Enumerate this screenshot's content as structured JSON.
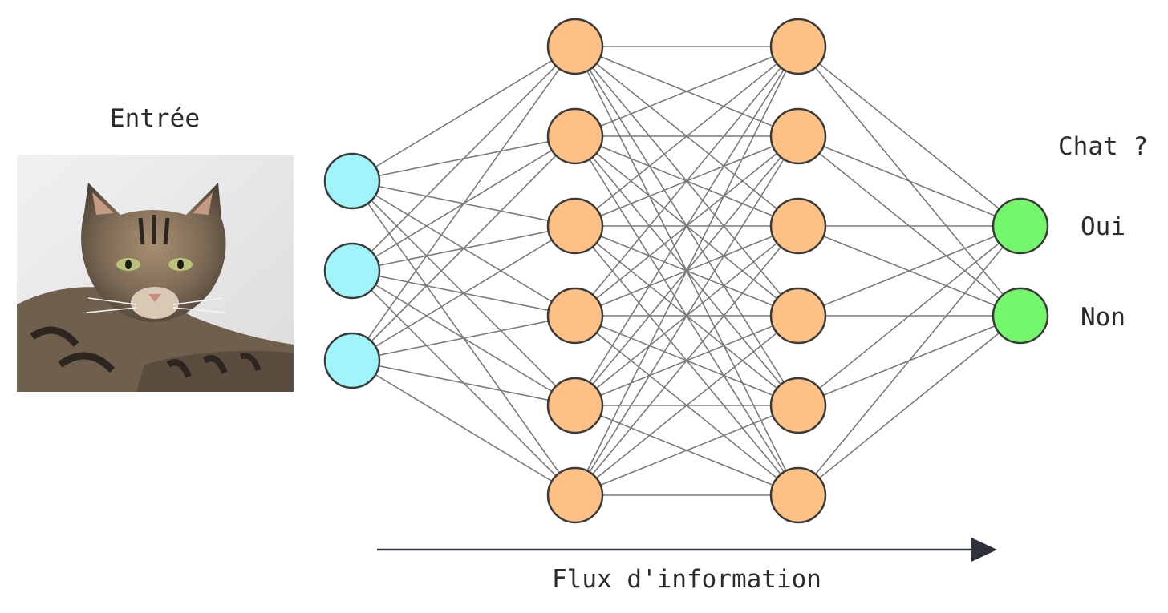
{
  "input": {
    "title": "Entrée",
    "image": "cat-photo"
  },
  "network": {
    "layers": [
      {
        "name": "input",
        "neurons": 3,
        "color": "#9ff5fb"
      },
      {
        "name": "hidden-1",
        "neurons": 6,
        "color": "#ffc085"
      },
      {
        "name": "hidden-2",
        "neurons": 6,
        "color": "#ffc085"
      },
      {
        "name": "output",
        "neurons": 2,
        "color": "#74f76c"
      }
    ],
    "node_stroke": "#3a3a3a",
    "edge_color": "#7a7a7a"
  },
  "output": {
    "question": "Chat ?",
    "labels": [
      "Oui",
      "Non"
    ]
  },
  "flow": {
    "label": "Flux d'information",
    "arrow_color": "#2e333b"
  }
}
